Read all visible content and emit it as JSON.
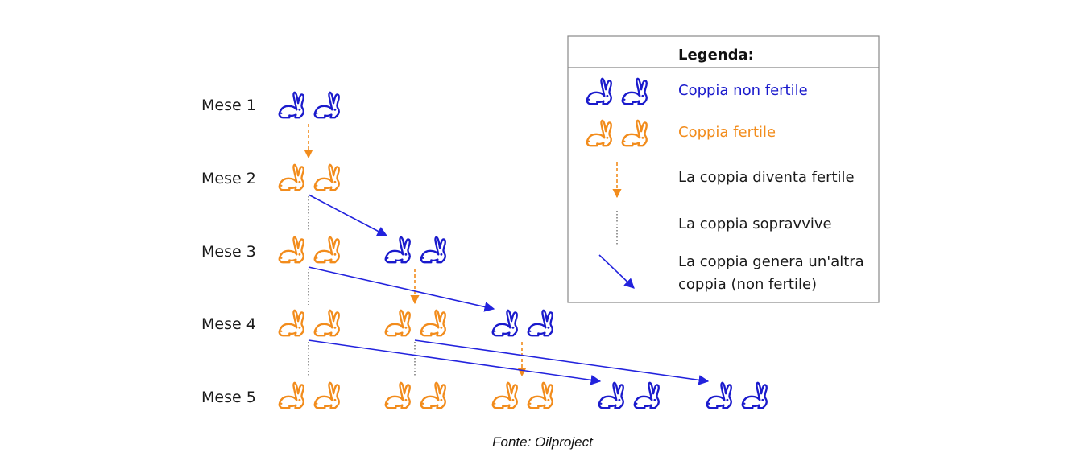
{
  "months": [
    {
      "label": "Mese 1"
    },
    {
      "label": "Mese 2"
    },
    {
      "label": "Mese 3"
    },
    {
      "label": "Mese 4"
    },
    {
      "label": "Mese 5"
    }
  ],
  "pairs": [
    {
      "month": 1,
      "col": 0,
      "type": "non-fertile"
    },
    {
      "month": 2,
      "col": 0,
      "type": "fertile"
    },
    {
      "month": 3,
      "col": 0,
      "type": "fertile"
    },
    {
      "month": 3,
      "col": 1,
      "type": "non-fertile"
    },
    {
      "month": 4,
      "col": 0,
      "type": "fertile"
    },
    {
      "month": 4,
      "col": 1,
      "type": "fertile"
    },
    {
      "month": 4,
      "col": 2,
      "type": "non-fertile"
    },
    {
      "month": 5,
      "col": 0,
      "type": "fertile"
    },
    {
      "month": 5,
      "col": 1,
      "type": "fertile"
    },
    {
      "month": 5,
      "col": 2,
      "type": "fertile"
    },
    {
      "month": 5,
      "col": 3,
      "type": "non-fertile"
    },
    {
      "month": 5,
      "col": 4,
      "type": "non-fertile"
    }
  ],
  "connections": [
    {
      "type": "becomes-fertile",
      "from": [
        1,
        0
      ],
      "to": [
        2,
        0
      ]
    },
    {
      "type": "survives",
      "from": [
        2,
        0
      ],
      "to": [
        3,
        0
      ]
    },
    {
      "type": "generates",
      "from": [
        2,
        0
      ],
      "to": [
        3,
        1
      ]
    },
    {
      "type": "survives",
      "from": [
        3,
        0
      ],
      "to": [
        4,
        0
      ]
    },
    {
      "type": "becomes-fertile",
      "from": [
        3,
        1
      ],
      "to": [
        4,
        1
      ]
    },
    {
      "type": "generates",
      "from": [
        3,
        0
      ],
      "to": [
        4,
        2
      ]
    },
    {
      "type": "survives",
      "from": [
        4,
        0
      ],
      "to": [
        5,
        0
      ]
    },
    {
      "type": "survives",
      "from": [
        4,
        1
      ],
      "to": [
        5,
        1
      ]
    },
    {
      "type": "becomes-fertile",
      "from": [
        4,
        2
      ],
      "to": [
        5,
        2
      ]
    },
    {
      "type": "generates",
      "from": [
        4,
        0
      ],
      "to": [
        5,
        3
      ]
    },
    {
      "type": "generates",
      "from": [
        4,
        1
      ],
      "to": [
        5,
        4
      ]
    }
  ],
  "legend": {
    "title": "Legenda:",
    "items": [
      {
        "kind": "non-fertile",
        "label": "Coppia non fertile"
      },
      {
        "kind": "fertile",
        "label": "Coppia fertile"
      },
      {
        "kind": "becomes-fertile",
        "label": "La coppia diventa fertile"
      },
      {
        "kind": "survives",
        "label": "La coppia sopravvive"
      },
      {
        "kind": "generates",
        "label_line1": "La coppia genera un'altra",
        "label_line2": "coppia (non fertile)"
      }
    ]
  },
  "colors": {
    "non_fertile": "#1a1acc",
    "fertile": "#f28c1c",
    "generate_arrow": "#2222dd",
    "fertile_arrow": "#f28c1c",
    "survive_line": "#555555",
    "legend_border": "#888888"
  },
  "icons": {
    "rabbit": "rabbit-icon"
  },
  "caption": "Fonte: Oilproject"
}
